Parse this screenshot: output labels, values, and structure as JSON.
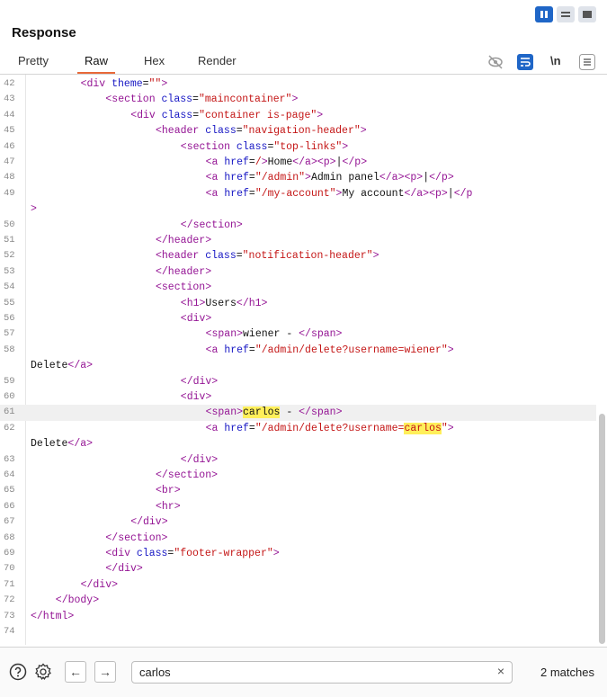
{
  "panel": {
    "title": "Response"
  },
  "tabs": [
    {
      "label": "Pretty",
      "active": false
    },
    {
      "label": "Raw",
      "active": true
    },
    {
      "label": "Hex",
      "active": false
    },
    {
      "label": "Render",
      "active": false
    }
  ],
  "toolbar_icons": [
    "hide-icon",
    "word-wrap-icon",
    "newline-icon",
    "menu-icon"
  ],
  "toolbar": {
    "newline_label": "\\n"
  },
  "layout_toggle": [
    "split-horizontal-icon",
    "split-vertical-icon",
    "single-pane-icon"
  ],
  "accent_color": "#e8693a",
  "active_button_color": "#1f66c7",
  "lines": [
    {
      "n": "42",
      "indent": 8,
      "segs": [
        [
          "tag",
          "<div "
        ],
        [
          "attr",
          "theme"
        ],
        [
          "txt",
          "="
        ],
        [
          "val",
          "\"\""
        ],
        [
          "tag",
          ">"
        ]
      ]
    },
    {
      "n": "43",
      "indent": 12,
      "segs": [
        [
          "tag",
          "<section "
        ],
        [
          "attr",
          "class"
        ],
        [
          "txt",
          "="
        ],
        [
          "val",
          "\"maincontainer\""
        ],
        [
          "tag",
          ">"
        ]
      ]
    },
    {
      "n": "44",
      "indent": 16,
      "segs": [
        [
          "tag",
          "<div "
        ],
        [
          "attr",
          "class"
        ],
        [
          "txt",
          "="
        ],
        [
          "val",
          "\"container is-page\""
        ],
        [
          "tag",
          ">"
        ]
      ]
    },
    {
      "n": "45",
      "indent": 20,
      "segs": [
        [
          "tag",
          "<header "
        ],
        [
          "attr",
          "class"
        ],
        [
          "txt",
          "="
        ],
        [
          "val",
          "\"navigation-header\""
        ],
        [
          "tag",
          ">"
        ]
      ]
    },
    {
      "n": "46",
      "indent": 24,
      "segs": [
        [
          "tag",
          "<section "
        ],
        [
          "attr",
          "class"
        ],
        [
          "txt",
          "="
        ],
        [
          "val",
          "\"top-links\""
        ],
        [
          "tag",
          ">"
        ]
      ]
    },
    {
      "n": "47",
      "indent": 28,
      "segs": [
        [
          "tag",
          "<a "
        ],
        [
          "attr",
          "href"
        ],
        [
          "txt",
          "="
        ],
        [
          "val",
          "/"
        ],
        [
          "tag",
          ">"
        ],
        [
          "txt",
          "Home"
        ],
        [
          "tag",
          "</a>"
        ],
        [
          "tag",
          "<p>"
        ],
        [
          "txt",
          "|"
        ],
        [
          "tag",
          "</p>"
        ]
      ]
    },
    {
      "n": "48",
      "indent": 28,
      "segs": [
        [
          "tag",
          "<a "
        ],
        [
          "attr",
          "href"
        ],
        [
          "txt",
          "="
        ],
        [
          "val",
          "\"/admin\""
        ],
        [
          "tag",
          ">"
        ],
        [
          "txt",
          "Admin panel"
        ],
        [
          "tag",
          "</a>"
        ],
        [
          "tag",
          "<p>"
        ],
        [
          "txt",
          "|"
        ],
        [
          "tag",
          "</p>"
        ]
      ]
    },
    {
      "n": "49",
      "indent": 28,
      "segs": [
        [
          "tag",
          "<a "
        ],
        [
          "attr",
          "href"
        ],
        [
          "txt",
          "="
        ],
        [
          "val",
          "\"/my-account\""
        ],
        [
          "tag",
          ">"
        ],
        [
          "txt",
          "My account"
        ],
        [
          "tag",
          "</a>"
        ],
        [
          "tag",
          "<p>"
        ],
        [
          "txt",
          "|"
        ],
        [
          "tag",
          "</p"
        ]
      ]
    },
    {
      "n": "",
      "indent": 0,
      "segs": [
        [
          "tag",
          ">"
        ]
      ]
    },
    {
      "n": "50",
      "indent": 24,
      "segs": [
        [
          "tag",
          "</section>"
        ]
      ]
    },
    {
      "n": "51",
      "indent": 20,
      "segs": [
        [
          "tag",
          "</header>"
        ]
      ]
    },
    {
      "n": "52",
      "indent": 20,
      "segs": [
        [
          "tag",
          "<header "
        ],
        [
          "attr",
          "class"
        ],
        [
          "txt",
          "="
        ],
        [
          "val",
          "\"notification-header\""
        ],
        [
          "tag",
          ">"
        ]
      ]
    },
    {
      "n": "53",
      "indent": 20,
      "segs": [
        [
          "tag",
          "</header>"
        ]
      ]
    },
    {
      "n": "54",
      "indent": 20,
      "segs": [
        [
          "tag",
          "<section>"
        ]
      ]
    },
    {
      "n": "55",
      "indent": 24,
      "segs": [
        [
          "tag",
          "<h1>"
        ],
        [
          "txt",
          "Users"
        ],
        [
          "tag",
          "</h1>"
        ]
      ]
    },
    {
      "n": "56",
      "indent": 24,
      "segs": [
        [
          "tag",
          "<div>"
        ]
      ]
    },
    {
      "n": "57",
      "indent": 28,
      "segs": [
        [
          "tag",
          "<span>"
        ],
        [
          "txt",
          "wiener - "
        ],
        [
          "tag",
          "</span>"
        ]
      ]
    },
    {
      "n": "58",
      "indent": 28,
      "segs": [
        [
          "tag",
          "<a "
        ],
        [
          "attr",
          "href"
        ],
        [
          "txt",
          "="
        ],
        [
          "val",
          "\"/admin/delete?username=wiener\""
        ],
        [
          "tag",
          ">"
        ]
      ]
    },
    {
      "n": "",
      "indent": 0,
      "segs": [
        [
          "txt",
          "Delete"
        ],
        [
          "tag",
          "</a>"
        ]
      ]
    },
    {
      "n": "59",
      "indent": 24,
      "segs": [
        [
          "tag",
          "</div>"
        ]
      ]
    },
    {
      "n": "60",
      "indent": 24,
      "segs": [
        [
          "tag",
          "<div>"
        ]
      ]
    },
    {
      "n": "61",
      "indent": 28,
      "highlight": true,
      "segs": [
        [
          "tag",
          "<span>"
        ],
        [
          "match",
          "carlos"
        ],
        [
          "txt",
          " - "
        ],
        [
          "tag",
          "</span>"
        ]
      ]
    },
    {
      "n": "62",
      "indent": 28,
      "segs": [
        [
          "tag",
          "<a "
        ],
        [
          "attr",
          "href"
        ],
        [
          "txt",
          "="
        ],
        [
          "val",
          "\"/admin/delete?username="
        ],
        [
          "matchval",
          "carlos"
        ],
        [
          "val",
          "\""
        ],
        [
          "tag",
          ">"
        ]
      ]
    },
    {
      "n": "",
      "indent": 0,
      "segs": [
        [
          "txt",
          "Delete"
        ],
        [
          "tag",
          "</a>"
        ]
      ]
    },
    {
      "n": "63",
      "indent": 24,
      "segs": [
        [
          "tag",
          "</div>"
        ]
      ]
    },
    {
      "n": "64",
      "indent": 20,
      "segs": [
        [
          "tag",
          "</section>"
        ]
      ]
    },
    {
      "n": "65",
      "indent": 20,
      "segs": [
        [
          "tag",
          "<br>"
        ]
      ]
    },
    {
      "n": "66",
      "indent": 20,
      "segs": [
        [
          "tag",
          "<hr>"
        ]
      ]
    },
    {
      "n": "67",
      "indent": 16,
      "segs": [
        [
          "tag",
          "</div>"
        ]
      ]
    },
    {
      "n": "68",
      "indent": 12,
      "segs": [
        [
          "tag",
          "</section>"
        ]
      ]
    },
    {
      "n": "69",
      "indent": 12,
      "segs": [
        [
          "tag",
          "<div "
        ],
        [
          "attr",
          "class"
        ],
        [
          "txt",
          "="
        ],
        [
          "val",
          "\"footer-wrapper\""
        ],
        [
          "tag",
          ">"
        ]
      ]
    },
    {
      "n": "70",
      "indent": 12,
      "segs": [
        [
          "tag",
          "</div>"
        ]
      ]
    },
    {
      "n": "71",
      "indent": 8,
      "segs": [
        [
          "tag",
          "</div>"
        ]
      ]
    },
    {
      "n": "72",
      "indent": 4,
      "segs": [
        [
          "tag",
          "</body>"
        ]
      ]
    },
    {
      "n": "73",
      "indent": 0,
      "segs": [
        [
          "tag",
          "</html>"
        ]
      ]
    },
    {
      "n": "74",
      "indent": 0,
      "segs": []
    }
  ],
  "search": {
    "value": "carlos",
    "clear_label": "×",
    "match_count": "2 matches"
  },
  "bottom_icons": [
    "help-icon",
    "settings-icon",
    "previous-match-icon",
    "next-match-icon"
  ],
  "nav": {
    "prev": "←",
    "next": "→"
  }
}
